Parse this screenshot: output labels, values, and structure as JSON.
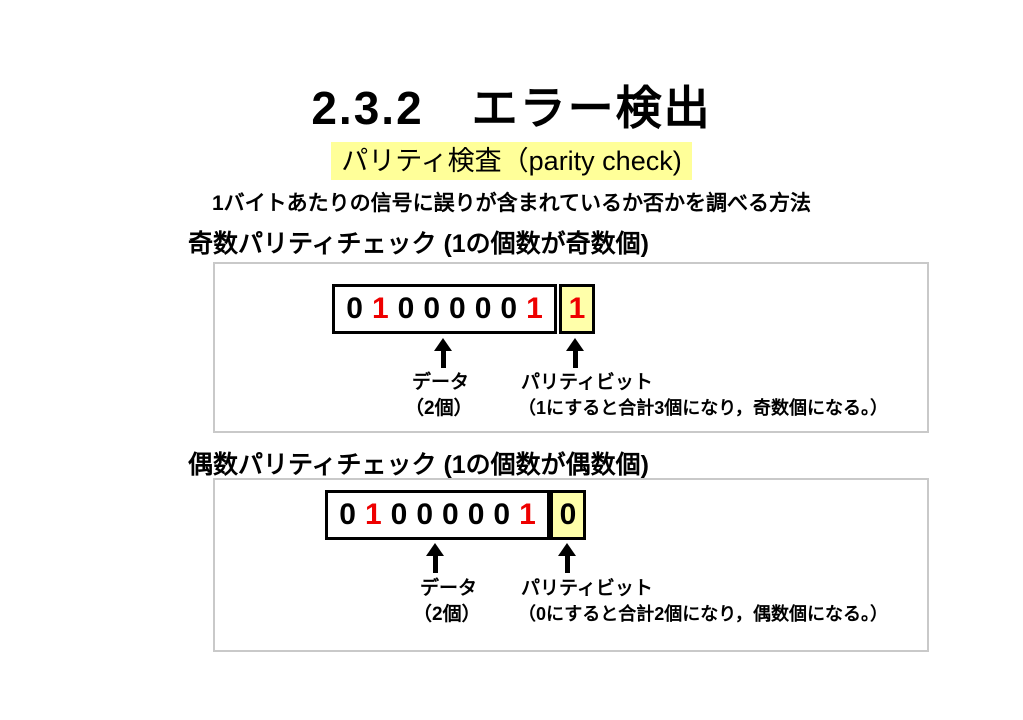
{
  "slide": {
    "title": "2.3.2　エラー検出",
    "subtitle": "パリティ検査（parity check)",
    "description": "1バイトあたりの信号に誤りが含まれているか否かを調べる方法"
  },
  "colors": {
    "subtitle_highlight": "#ffff99",
    "parity_box_fill": "#ffffaa",
    "bit_red": "#ee0000",
    "panel_border": "#c9c9c9"
  },
  "panels": [
    {
      "heading": "奇数パリティチェック (1の個数が奇数個)",
      "data_bits": [
        {
          "value": "0",
          "red": false
        },
        {
          "value": "1",
          "red": true
        },
        {
          "value": "0",
          "red": false
        },
        {
          "value": "0",
          "red": false
        },
        {
          "value": "0",
          "red": false
        },
        {
          "value": "0",
          "red": false
        },
        {
          "value": "0",
          "red": false
        },
        {
          "value": "1",
          "red": true
        }
      ],
      "parity_bit": {
        "value": "1",
        "red": true
      },
      "data_label": "データ",
      "data_count_label": "（2個）",
      "parity_label": "パリティビット",
      "parity_note": "（1にすると合計3個になり，奇数個になる。）"
    },
    {
      "heading": "偶数パリティチェック (1の個数が偶数個)",
      "data_bits": [
        {
          "value": "0",
          "red": false
        },
        {
          "value": "1",
          "red": true
        },
        {
          "value": "0",
          "red": false
        },
        {
          "value": "0",
          "red": false
        },
        {
          "value": "0",
          "red": false
        },
        {
          "value": "0",
          "red": false
        },
        {
          "value": "0",
          "red": false
        },
        {
          "value": "1",
          "red": true
        }
      ],
      "parity_bit": {
        "value": "0",
        "red": false
      },
      "data_label": "データ",
      "data_count_label": "（2個）",
      "parity_label": "パリティビット",
      "parity_note": "（0にすると合計2個になり，偶数個になる。）"
    }
  ]
}
